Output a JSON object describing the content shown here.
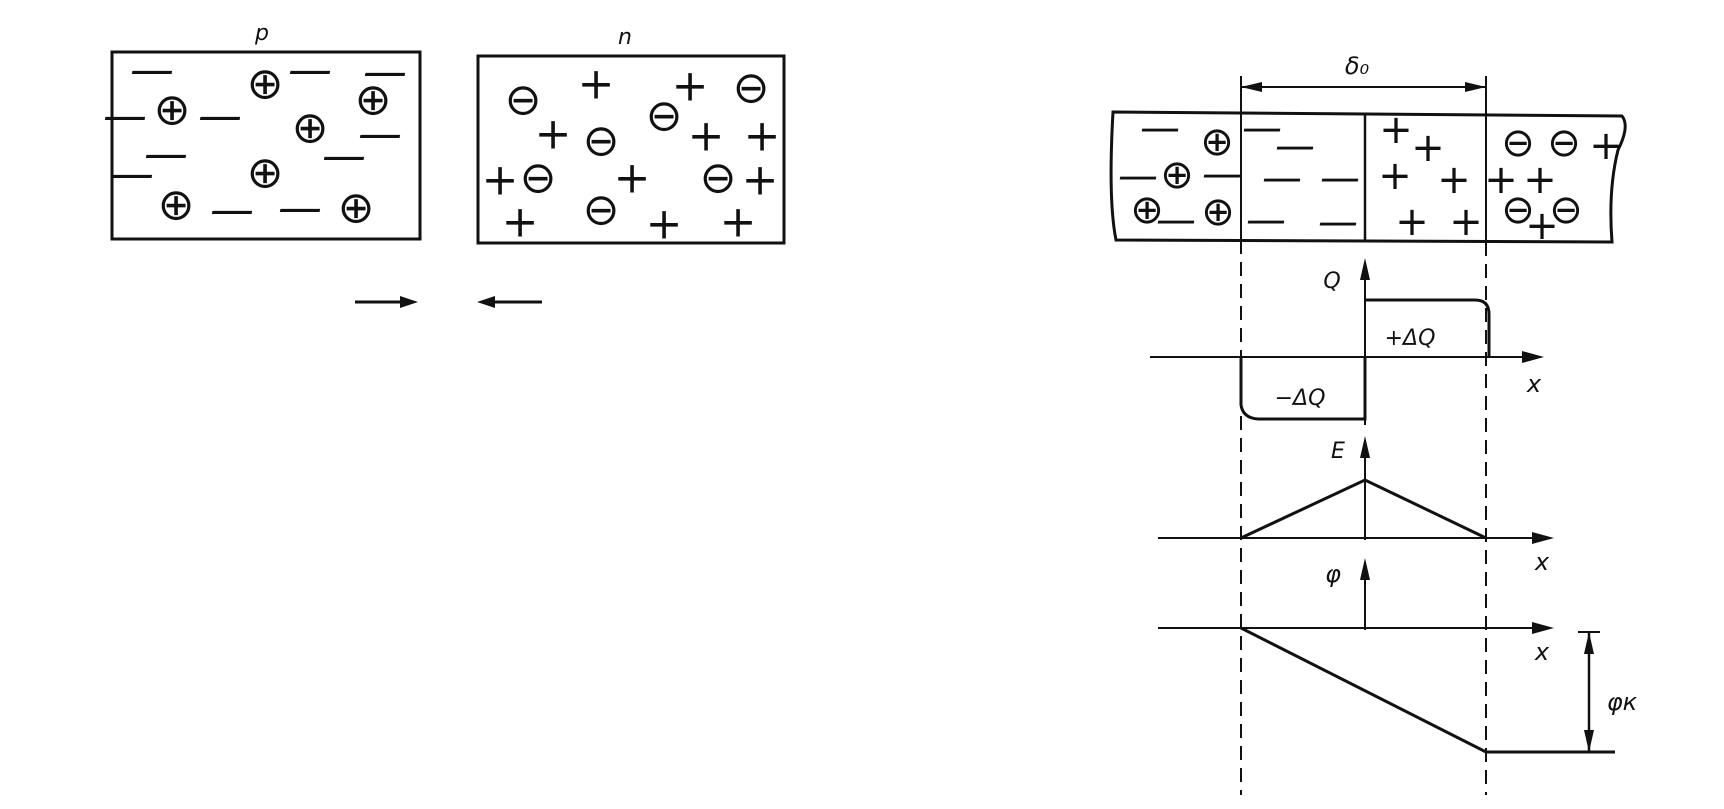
{
  "labels": {
    "p_region": "p",
    "n_region": "n",
    "width_label": "δ₀",
    "q_axis": "Q",
    "q_positive": "+ΔQ",
    "q_negative": "−ΔQ",
    "e_axis": "E",
    "phi_axis": "φ",
    "phi_contact": "φк",
    "x_axis_q": "x",
    "x_axis_e": "x",
    "x_axis_phi": "x"
  },
  "symbols": {
    "minus": "—",
    "plus": "+",
    "circled_plus": "⊕",
    "circled_minus": "⊖"
  },
  "colors": {
    "ink": "#111111",
    "background": "#ffffff"
  }
}
